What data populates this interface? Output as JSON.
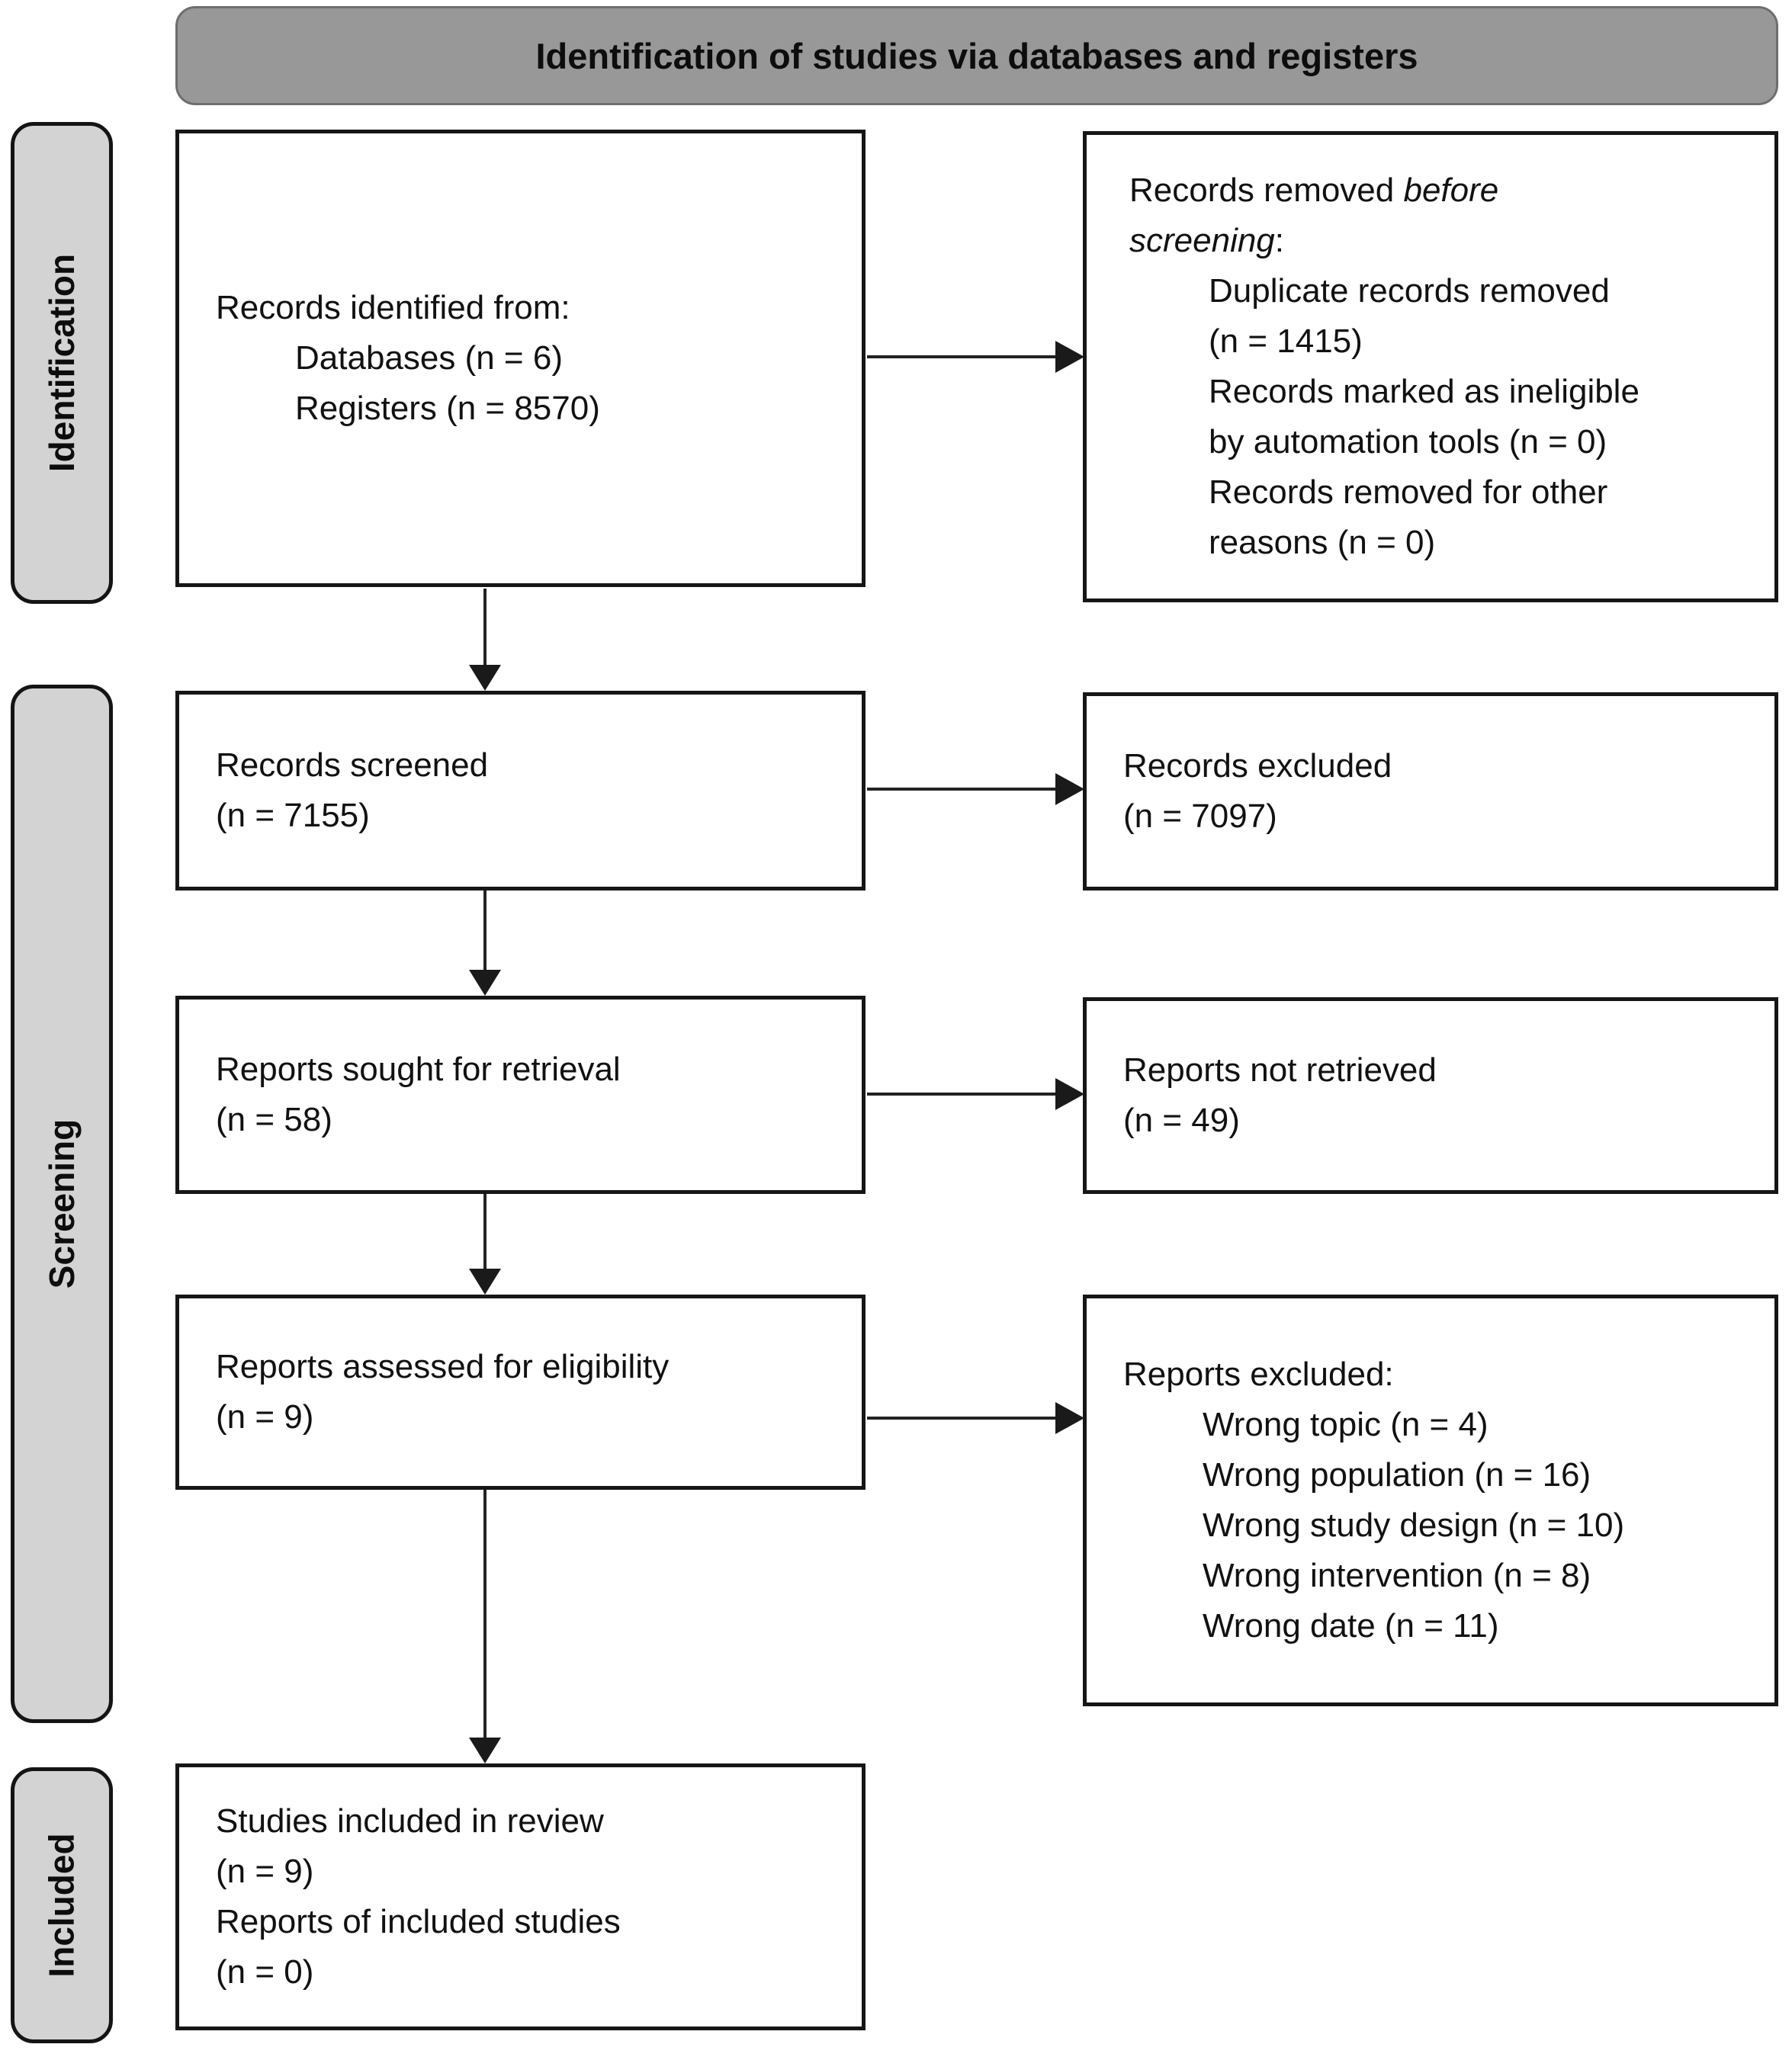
{
  "diagram": {
    "title": "Identification of studies via databases and registers",
    "stages": {
      "identification": "Identification",
      "screening": "Screening",
      "included": "Included"
    },
    "boxes": {
      "records_identified": {
        "lines": [
          {
            "text": "Records identified from:"
          },
          {
            "text": "Databases (n = 6)",
            "indent": true
          },
          {
            "text": "Registers (n = 8570)",
            "indent": true
          }
        ]
      },
      "records_removed": {
        "lines": [
          {
            "parts": [
              {
                "text": "Records removed "
              },
              {
                "text": "before",
                "italic": true
              }
            ]
          },
          {
            "parts": [
              {
                "text": "screening",
                "italic": true
              },
              {
                "text": ":"
              }
            ]
          },
          {
            "text": "Duplicate records removed",
            "indent": true
          },
          {
            "text": "(n = 1415)",
            "indent": true
          },
          {
            "text": "Records marked as ineligible",
            "indent": true
          },
          {
            "text": "by automation tools (n = 0)",
            "indent": true
          },
          {
            "text": "Records removed for other",
            "indent": true
          },
          {
            "text": "reasons (n = 0)",
            "indent": true
          }
        ]
      },
      "records_screened": {
        "lines": [
          {
            "text": "Records screened"
          },
          {
            "text": "(n = 7155)"
          }
        ]
      },
      "records_excluded": {
        "lines": [
          {
            "text": "Records excluded"
          },
          {
            "text": "(n = 7097)"
          }
        ]
      },
      "reports_sought": {
        "lines": [
          {
            "text": "Reports sought for retrieval"
          },
          {
            "text": "(n = 58)"
          }
        ]
      },
      "reports_not_retrieved": {
        "lines": [
          {
            "text": "Reports not retrieved"
          },
          {
            "text": "(n = 49)"
          }
        ]
      },
      "reports_assessed": {
        "lines": [
          {
            "text": "Reports assessed for eligibility"
          },
          {
            "text": "(n = 9)"
          }
        ]
      },
      "reports_excluded": {
        "lines": [
          {
            "text": "Reports excluded:"
          },
          {
            "text": "Wrong topic (n = 4)",
            "indent": true
          },
          {
            "text": "Wrong population (n = 16)",
            "indent": true
          },
          {
            "text": "Wrong study design (n = 10)",
            "indent": true
          },
          {
            "text": "Wrong intervention (n = 8)",
            "indent": true
          },
          {
            "text": "Wrong date (n = 11)",
            "indent": true
          }
        ]
      },
      "studies_included": {
        "lines": [
          {
            "text": "Studies included in review"
          },
          {
            "text": "(n = 9)"
          },
          {
            "text": "Reports of included studies"
          },
          {
            "text": "(n = 0)"
          }
        ]
      }
    },
    "colors": {
      "banner_fill": "#989898",
      "stage_fill": "#d3d3d3",
      "box_border": "#161616",
      "text": "#111111"
    }
  }
}
